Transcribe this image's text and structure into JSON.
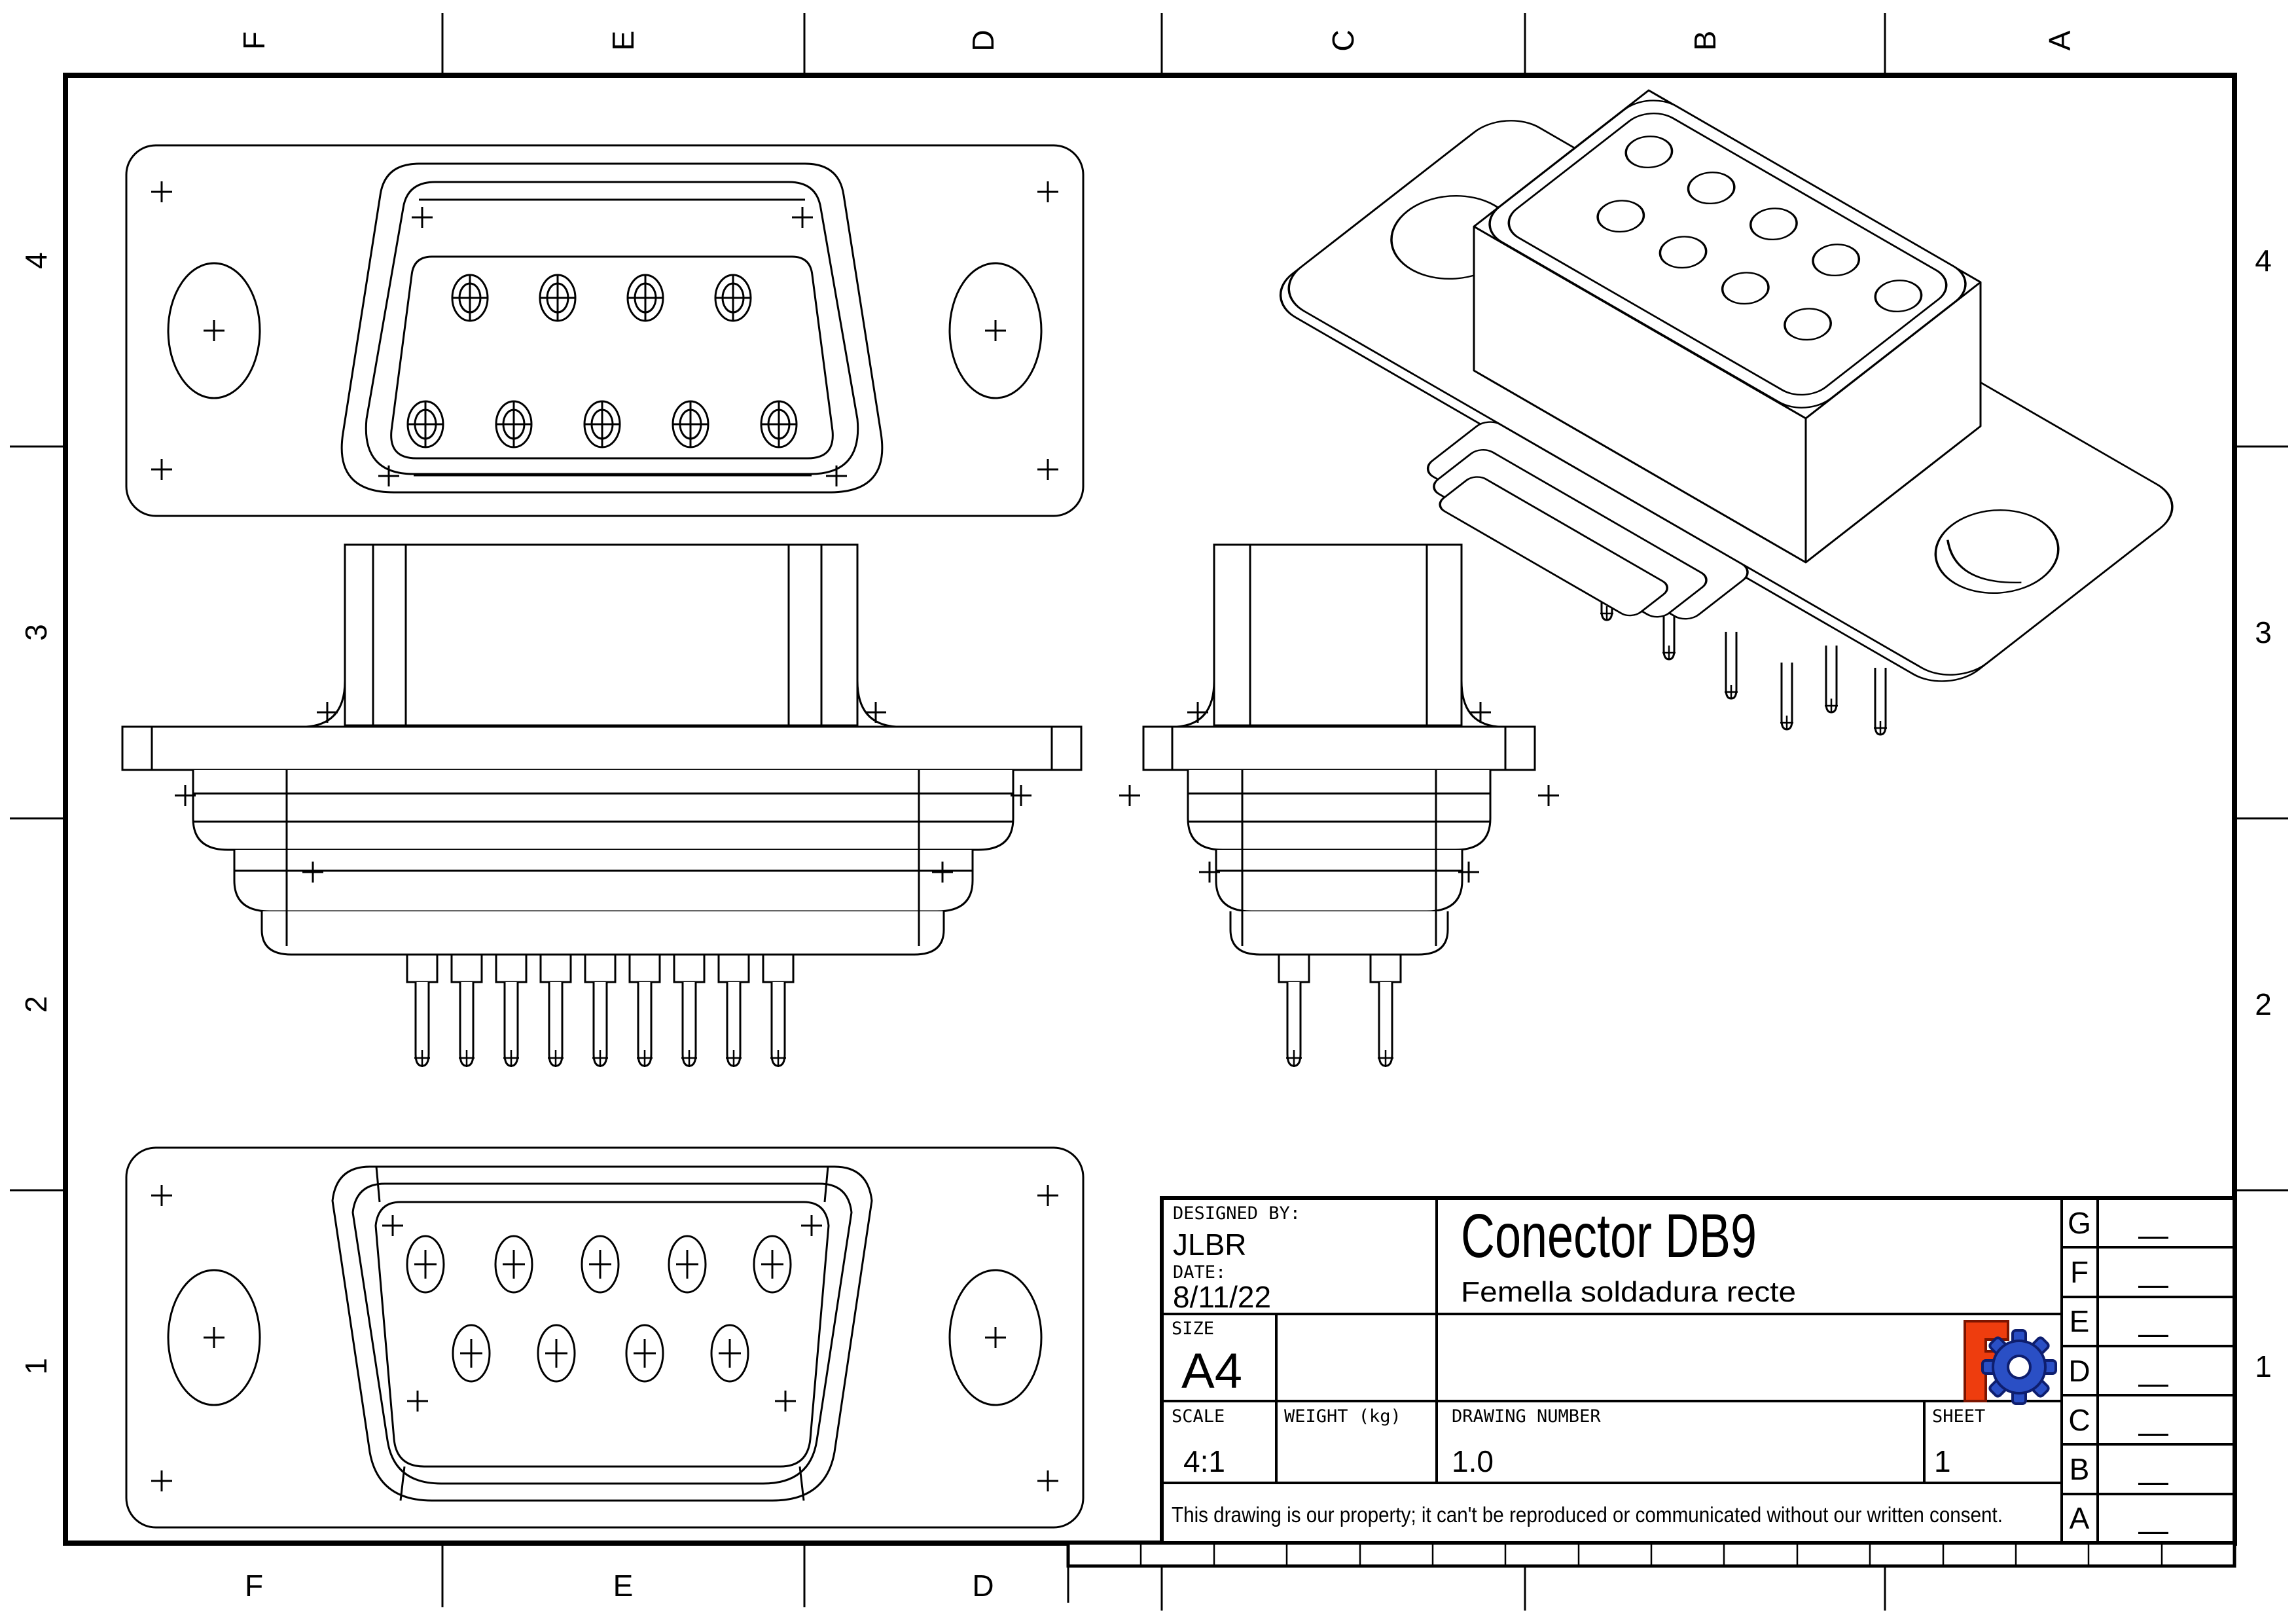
{
  "frame": {
    "zones_top": [
      "F",
      "E",
      "D",
      "C",
      "B",
      "A"
    ],
    "zones_bottom": [
      "F",
      "E",
      "D"
    ],
    "zones_left": [
      "4",
      "3",
      "2",
      "1"
    ],
    "zones_right": [
      "4",
      "3",
      "2",
      "1"
    ]
  },
  "title_block": {
    "designed_by_label": "DESIGNED BY:",
    "designed_by": "JLBR",
    "date_label": "DATE:",
    "date": "8/11/22",
    "size_label": "SIZE",
    "size": "A4",
    "title": "Conector DB9",
    "subtitle": "Femella soldadura recte",
    "scale_label": "SCALE",
    "scale": "4:1",
    "weight_label": "WEIGHT (kg)",
    "drawing_number_label": "DRAWING NUMBER",
    "drawing_number": "1.0",
    "sheet_label": "SHEET",
    "sheet": "1",
    "disclaimer": "This drawing is our property; it can't be reproduced or communicated without our written consent.",
    "logo": {
      "name": "freecad-logo",
      "f_color": "#ee3d0e",
      "f_outline": "#7c1500",
      "gear_color": "#2a4fc5",
      "gear_outline": "#0e1e6e"
    }
  },
  "revision_table": {
    "rows": [
      {
        "zone": "G",
        "rev": "—"
      },
      {
        "zone": "F",
        "rev": "—"
      },
      {
        "zone": "E",
        "rev": "—"
      },
      {
        "zone": "D",
        "rev": "—"
      },
      {
        "zone": "C",
        "rev": "—"
      },
      {
        "zone": "B",
        "rev": "—"
      },
      {
        "zone": "A",
        "rev": "—"
      }
    ]
  }
}
